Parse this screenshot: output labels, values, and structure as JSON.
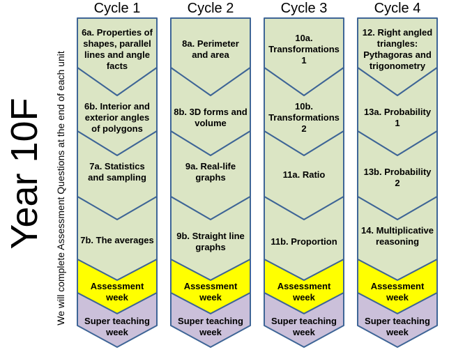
{
  "page": {
    "year_label": "Year 10F",
    "side_note": "We will complete Assessment Questions at the end of each unit"
  },
  "colors": {
    "unit_green": "#dbe5c4",
    "assessment_yellow": "#ffff00",
    "super_teaching_purple": "#cbc0da",
    "chevron_border": "#3e6596"
  },
  "cycles": [
    {
      "title": "Cycle 1",
      "sections": [
        "6a. Properties of shapes, parallel lines and angle facts",
        "6b. Interior and exterior angles of polygons",
        "7a. Statistics and sampling",
        "7b. The averages",
        "Assessment week",
        "Super teaching week"
      ]
    },
    {
      "title": "Cycle 2",
      "sections": [
        "8a. Perimeter and area",
        "8b. 3D forms and volume",
        "9a. Real-life graphs",
        "9b. Straight line graphs",
        "Assessment week",
        "Super teaching week"
      ]
    },
    {
      "title": "Cycle 3",
      "sections": [
        "10a. Transformations 1",
        "10b. Transformations 2",
        "11a. Ratio",
        "11b. Proportion",
        "Assessment week",
        "Super teaching week"
      ]
    },
    {
      "title": "Cycle 4",
      "sections": [
        "12. Right angled triangles: Pythagoras and trigonometry",
        "13a. Probability 1",
        "13b. Probability 2",
        "14. Multiplicative reasoning",
        "Assessment week",
        "Super teaching week"
      ]
    }
  ]
}
